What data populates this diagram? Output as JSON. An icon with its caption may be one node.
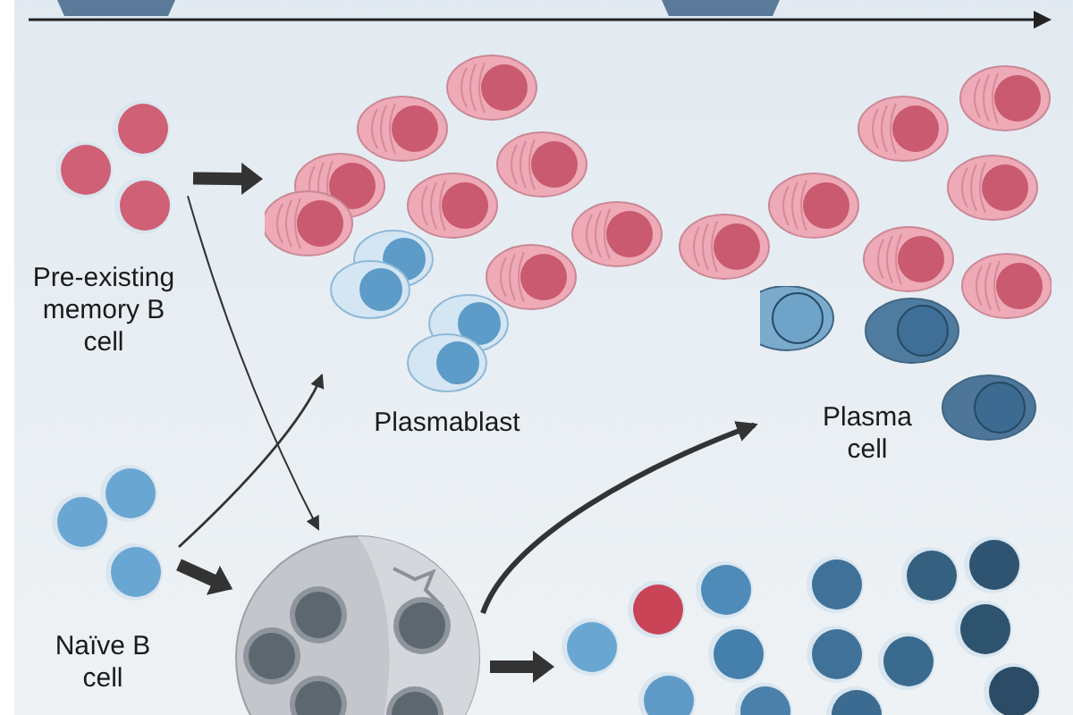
{
  "diagram": {
    "nodes": [
      {
        "text": [
          "Pre-existing memory B cell"
        ]
      },
      {
        "text": [],
        "shape": "picture"
      },
      {
        "text": [
          "Plasmablast"
        ]
      },
      {
        "text": [
          "Naïve B cell"
        ]
      },
      {
        "text": [],
        "shape": "picture"
      },
      {
        "text": [
          "Plasma cell"
        ]
      },
      {
        "text": [],
        "shape": "picture"
      }
    ],
    "edges": [
      {
        "from": 0,
        "to": 1,
        "arrow": "to",
        "style": "thick"
      },
      {
        "from": 0,
        "to": 4,
        "arrow": "to"
      },
      {
        "from": 3,
        "to": 2,
        "arrow": "to"
      },
      {
        "from": 3,
        "to": 4,
        "arrow": "to",
        "style": "thick"
      },
      {
        "from": 4,
        "to": 5,
        "arrow": "to"
      },
      {
        "from": 4,
        "to": 6,
        "arrow": "to",
        "style": "thick"
      }
    ]
  }
}
